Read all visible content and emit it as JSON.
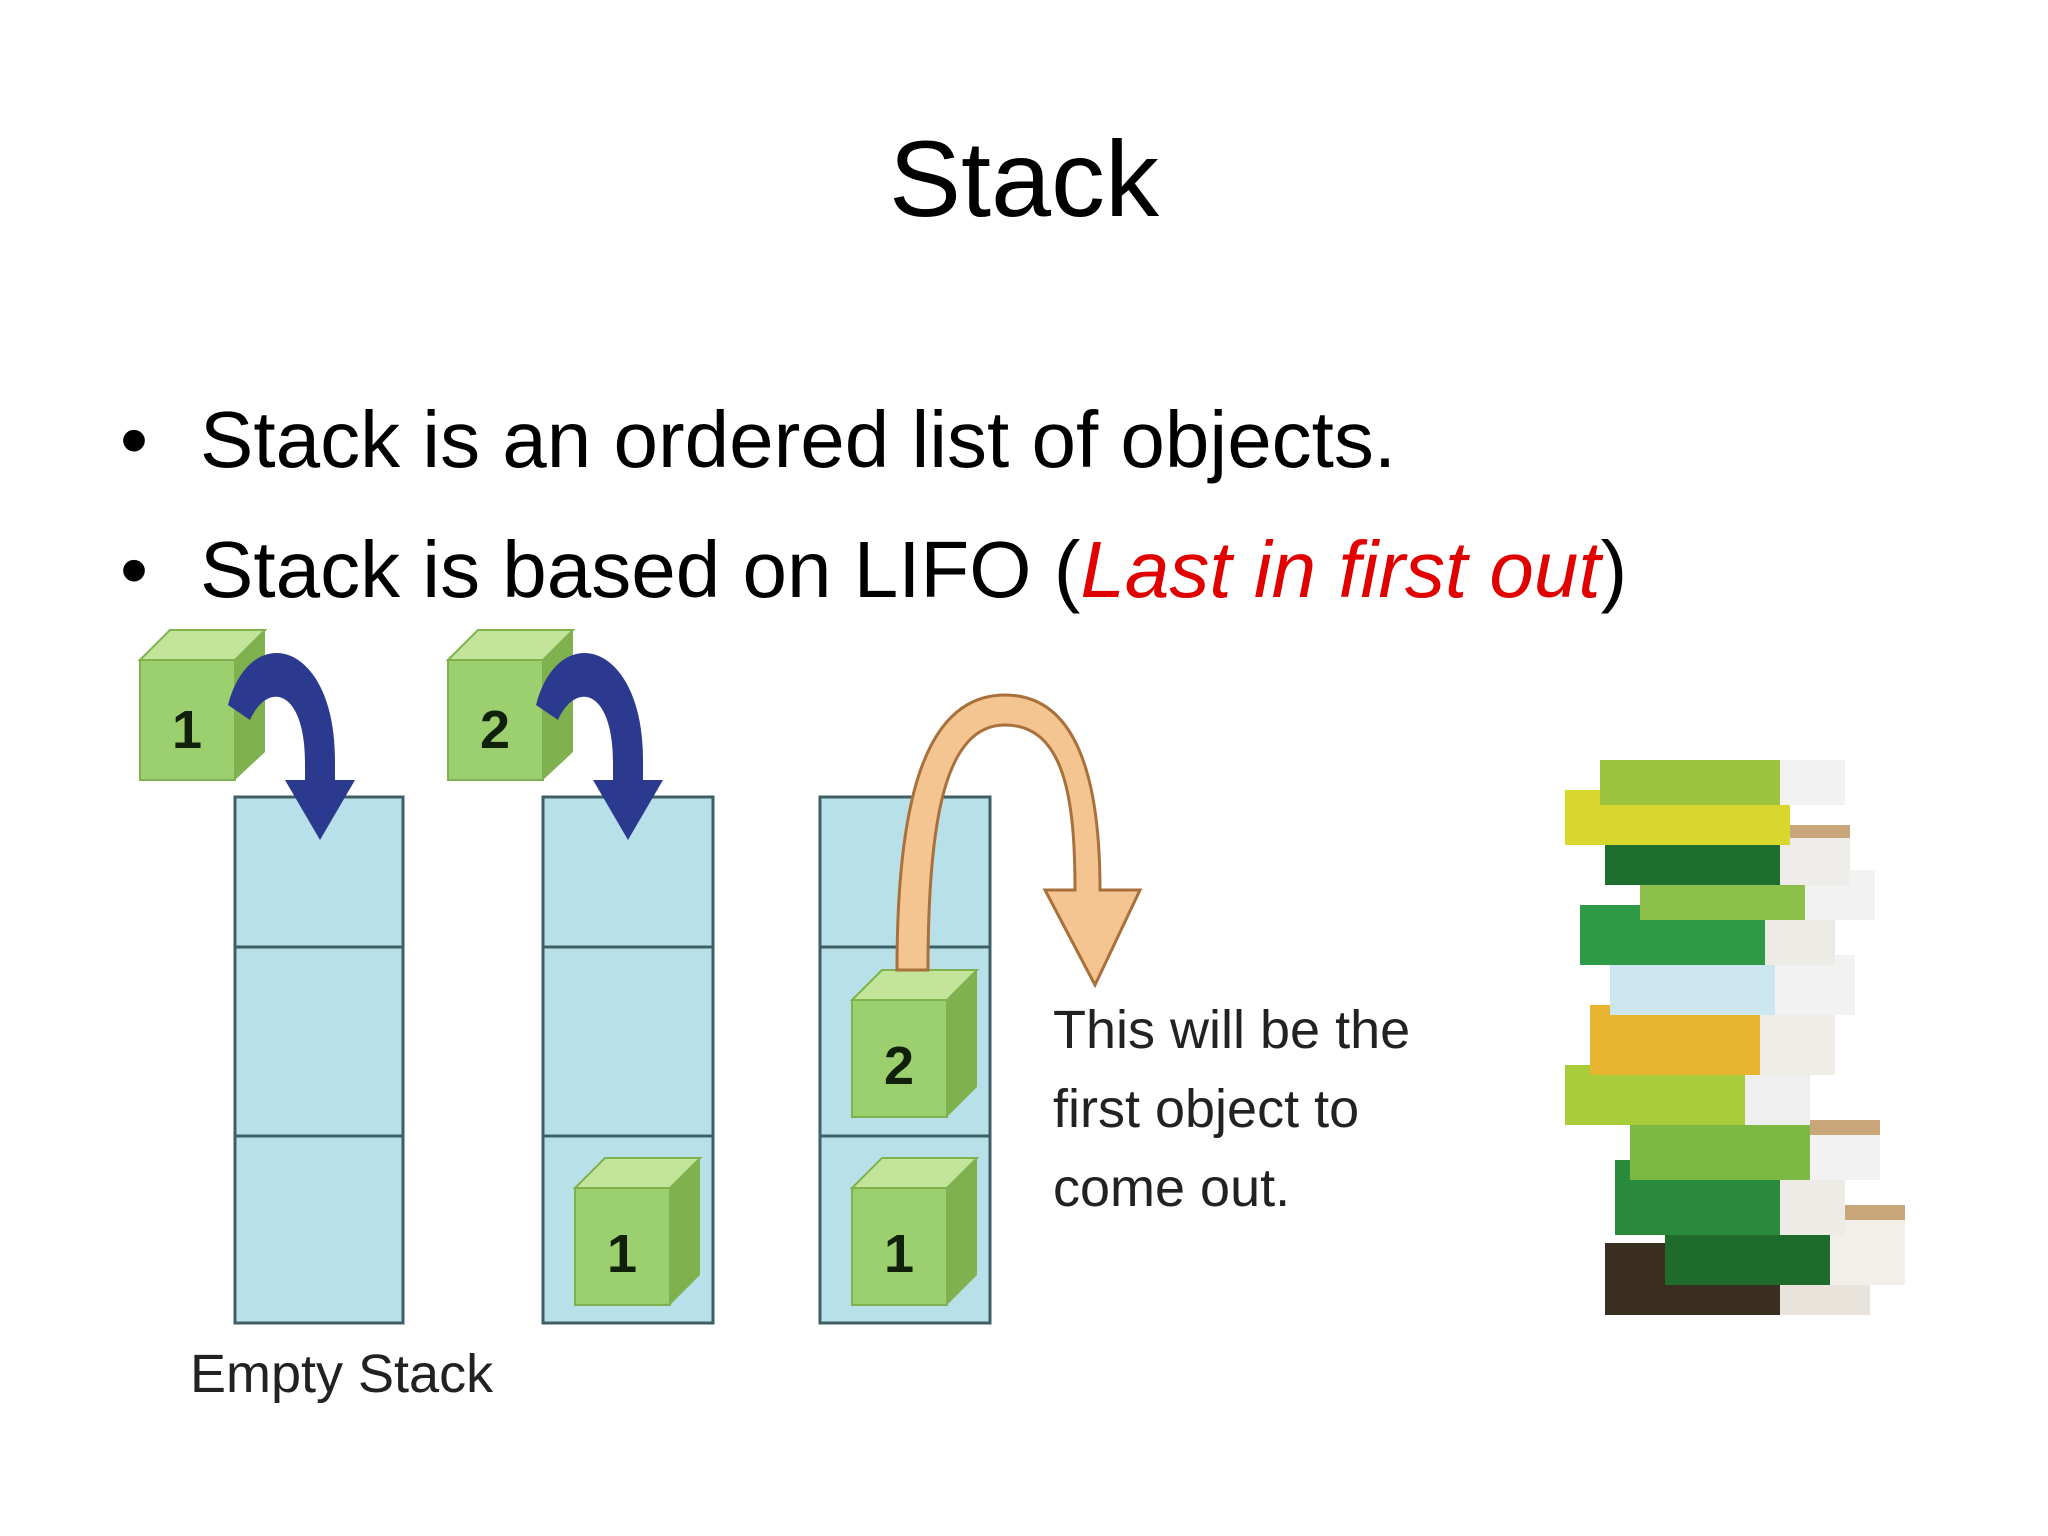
{
  "slide": {
    "title": "Stack",
    "bullets": [
      {
        "text": "Stack is an ordered list of objects."
      },
      {
        "prefix": "Stack is based on LIFO (",
        "highlight": "Last in first out",
        "suffix": ")",
        "highlight_color": "#e00000"
      }
    ]
  },
  "diagram": {
    "cube_labels": {
      "first": "1",
      "second": "2"
    },
    "empty_stack_label": "Empty Stack",
    "note_lines": [
      "This will be the",
      "first object to",
      "come out."
    ],
    "colors": {
      "cell_fill": "#b8e0e8",
      "cube_front": "#9ccf6e",
      "cube_top": "#c2e59a",
      "cube_side": "#7fb24f",
      "push_arrow": "#2b3a8f",
      "pop_arrow": "#f4c590"
    },
    "icons": [
      "push-arrow-icon",
      "pop-arrow-icon",
      "book-stack-icon"
    ]
  }
}
